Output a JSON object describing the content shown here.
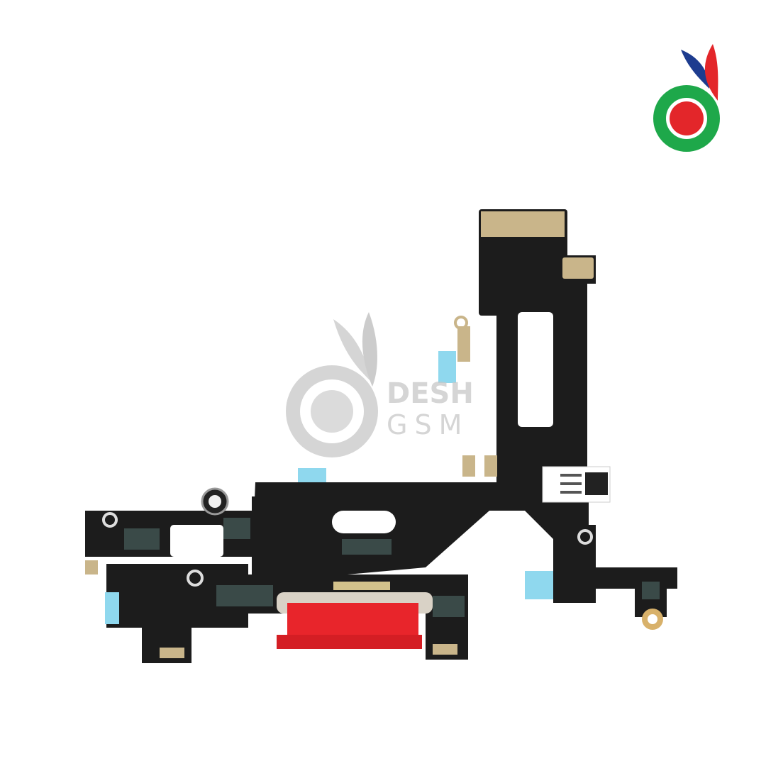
{
  "image": {
    "subject": "charging-port-flex-cable",
    "connector_color": "#e8252b",
    "flex_color": "#1c1c1c",
    "gold_color": "#c9a86a",
    "blue_tape_color": "#8fd8ee"
  },
  "brand_logo": {
    "colors": {
      "green": "#1ea84a",
      "red": "#e3262a",
      "blue": "#1d3c8f"
    }
  },
  "watermark": {
    "line1": "DESH",
    "line2": "GSM",
    "color": "#c8c8c8"
  }
}
